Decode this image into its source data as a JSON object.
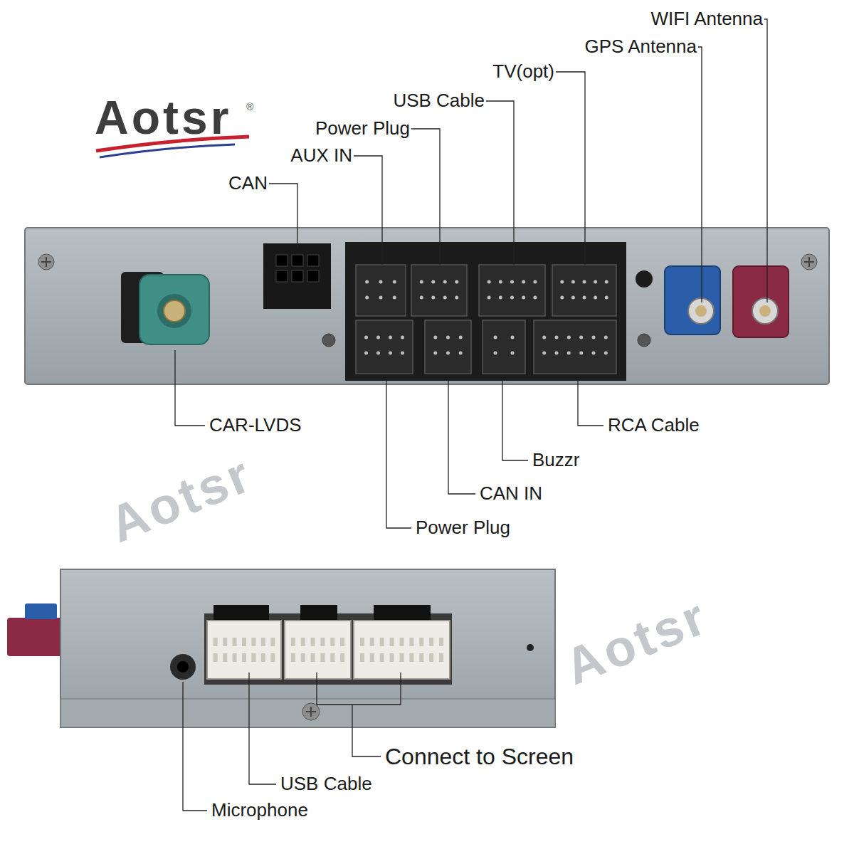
{
  "diagram": {
    "labels": [
      "Aotsr",
      "®",
      "WIFI Antenna",
      "GPS Antenna",
      "TV(opt)",
      "USB Cable",
      "Power Plug",
      "AUX IN",
      "CAN",
      "CAR-LVDS",
      "RCA Cable",
      "Buzzr",
      "CAN IN",
      "Power Plug",
      "Connect to Screen",
      "USB Cable",
      "Microphone",
      "Aotsr",
      "Aotsr"
    ]
  }
}
